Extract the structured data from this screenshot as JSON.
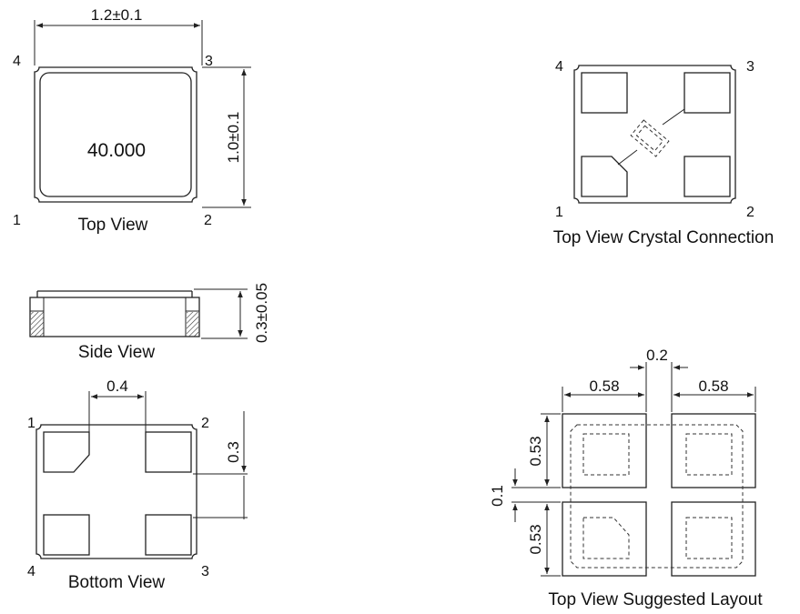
{
  "top_view": {
    "caption": "Top View",
    "marking": "40.000",
    "width_dim": "1.2±0.1",
    "height_dim": "1.0±0.1",
    "pins": {
      "p1": "1",
      "p2": "2",
      "p3": "3",
      "p4": "4"
    }
  },
  "crystal_view": {
    "caption": "Top View Crystal Connection",
    "pins": {
      "p1": "1",
      "p2": "2",
      "p3": "3",
      "p4": "4"
    }
  },
  "side_view": {
    "caption": "Side View",
    "thickness_dim": "0.3±0.05"
  },
  "bottom_view": {
    "caption": "Bottom View",
    "pitch_x_dim": "0.4",
    "pitch_y_dim": "0.3",
    "pins": {
      "p1": "1",
      "p2": "2",
      "p3": "3",
      "p4": "4"
    }
  },
  "layout_view": {
    "caption": "Top View Suggested Layout",
    "gap_dim": "0.2",
    "pad_width_left": "0.58",
    "pad_width_right": "0.58",
    "pad_height_top": "0.53",
    "pad_height_bottom": "0.53",
    "gap_y_dim": "0.1"
  }
}
